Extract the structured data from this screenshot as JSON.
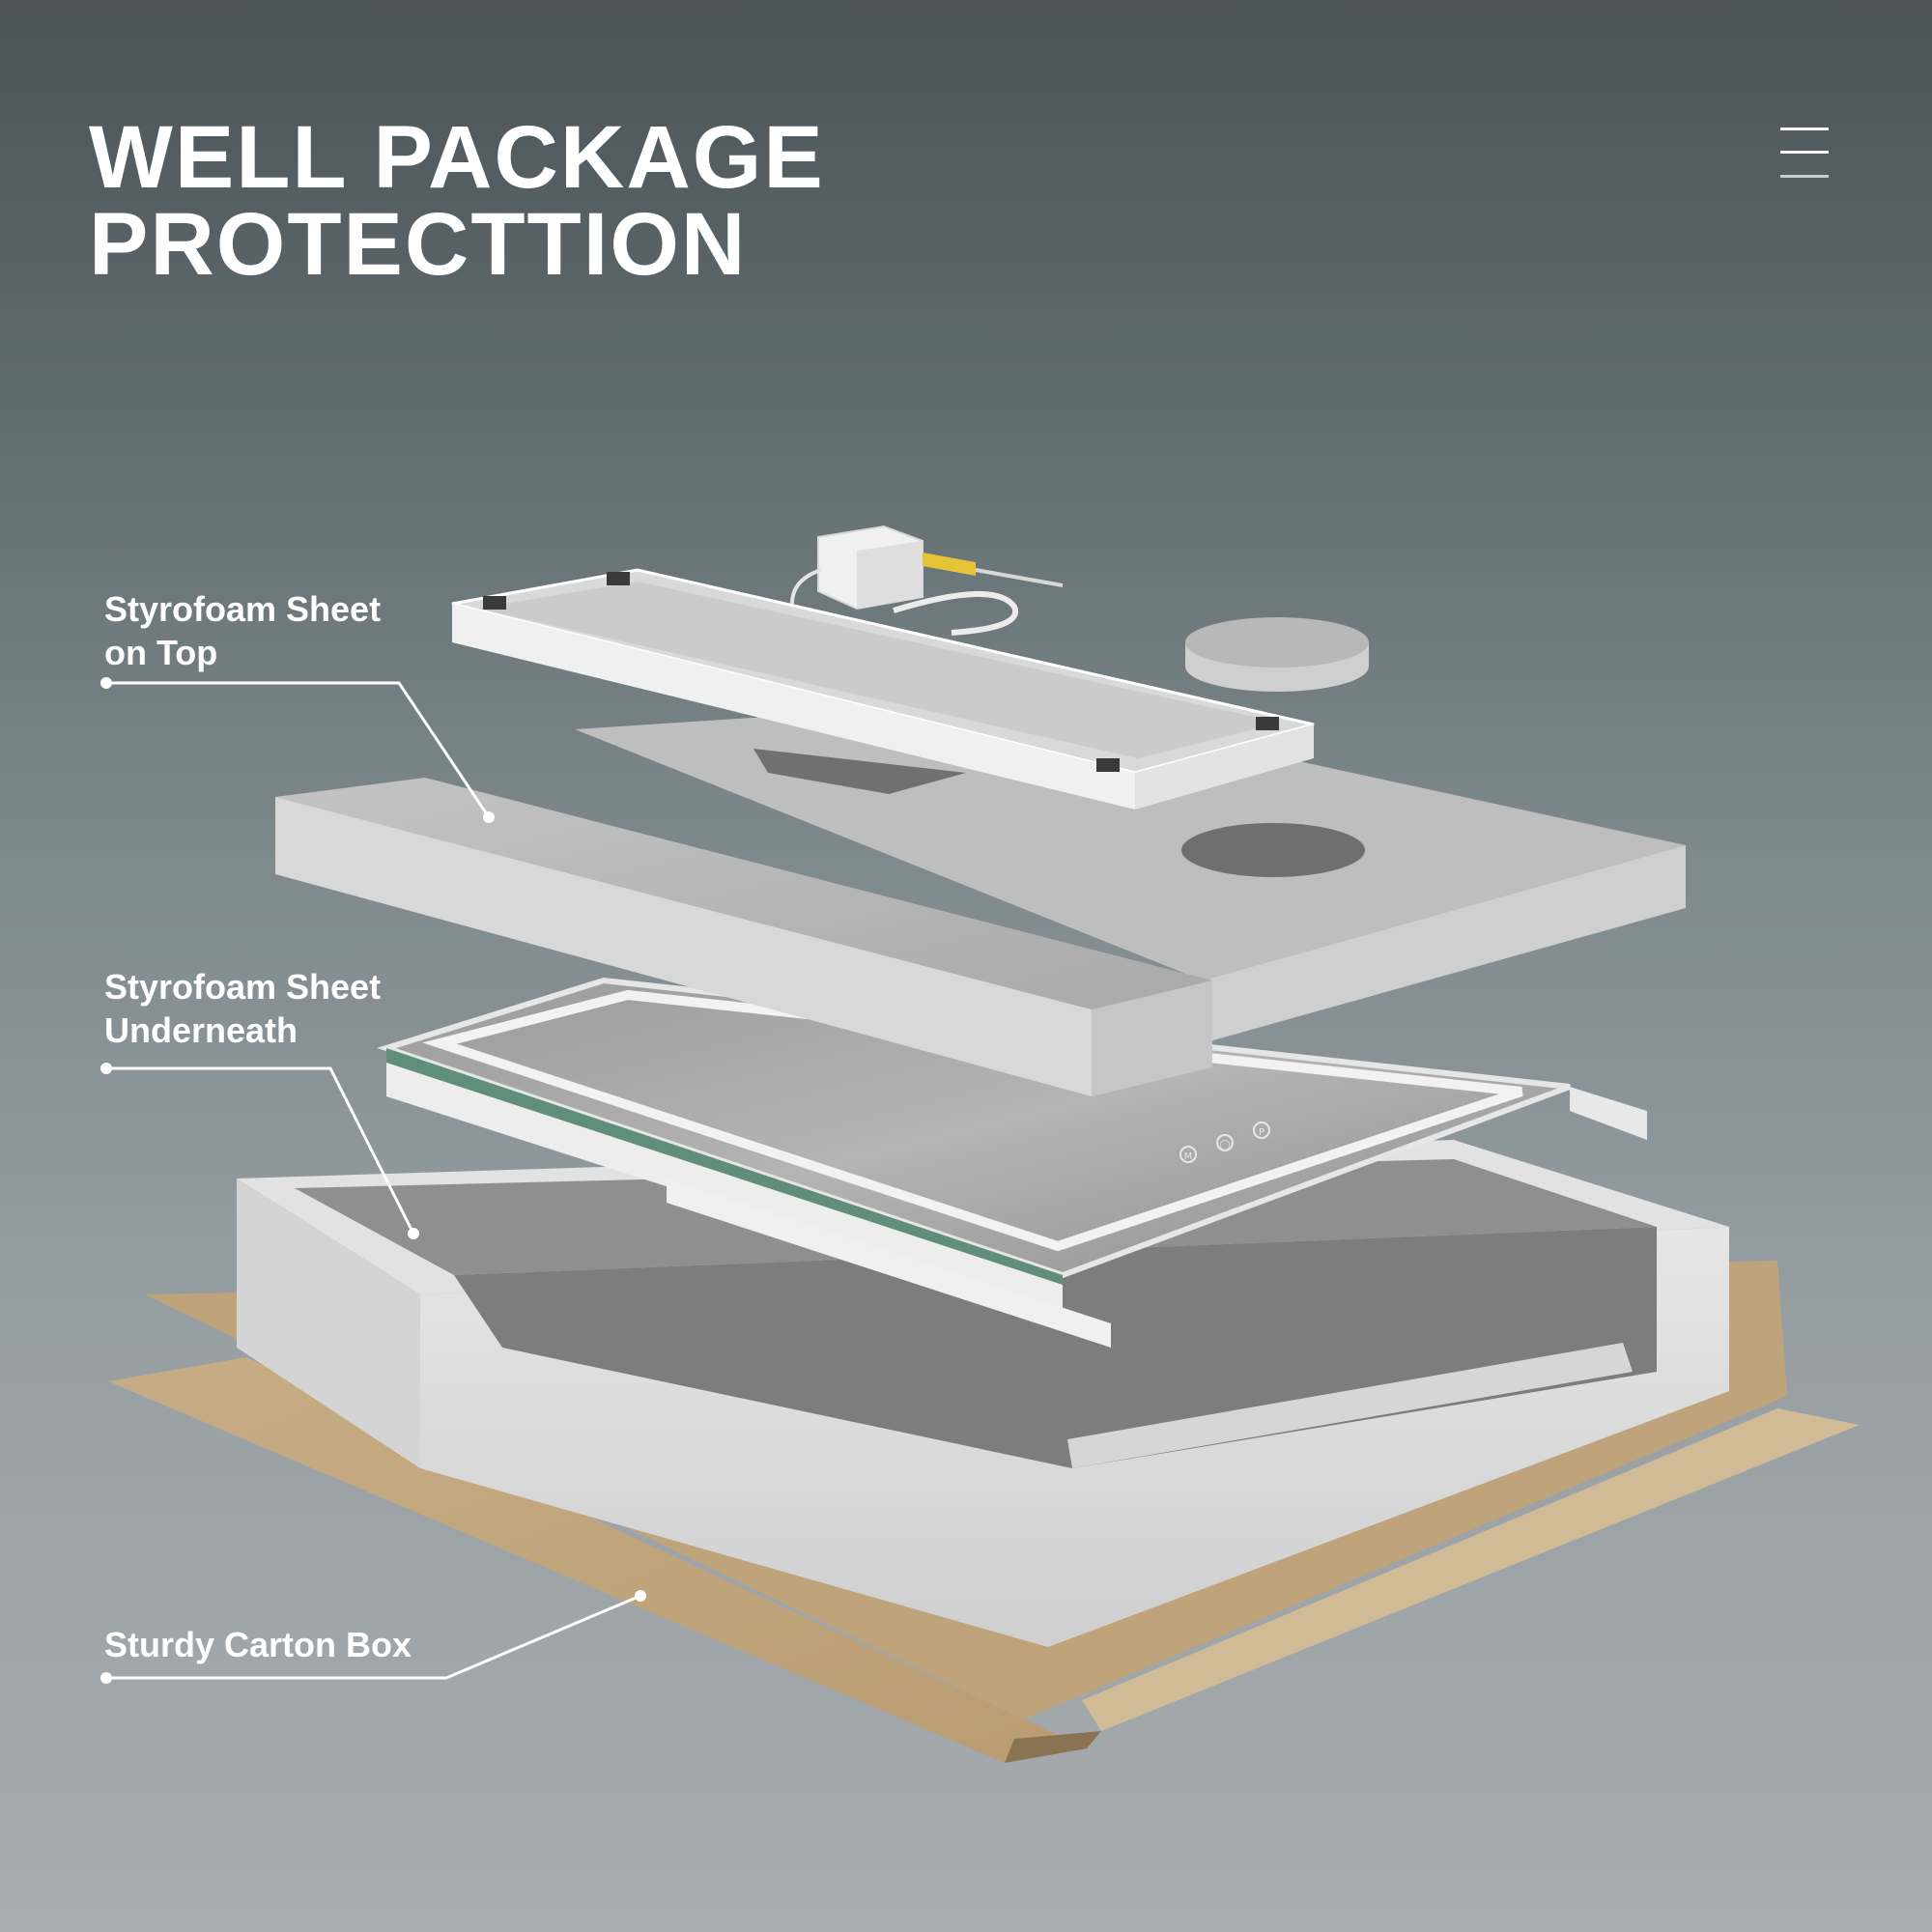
{
  "header": {
    "title_line1": "WELL PACKAGE",
    "title_line2": "PROTECTTION"
  },
  "menu": {
    "icon": "menu-icon"
  },
  "callouts": {
    "top": {
      "line1": "Styrofoam Sheet",
      "line2": "on Top"
    },
    "underneath": {
      "line1": "Styrofoam Sheet",
      "line2": "Underneath"
    },
    "carton": {
      "line1": "Sturdy Carton Box"
    }
  },
  "mirror_buttons": [
    "M",
    "◯",
    "P"
  ],
  "colors": {
    "foam": "#d8d8d8",
    "cardboard": "#c9b08a",
    "label_text": "#ffffff"
  }
}
